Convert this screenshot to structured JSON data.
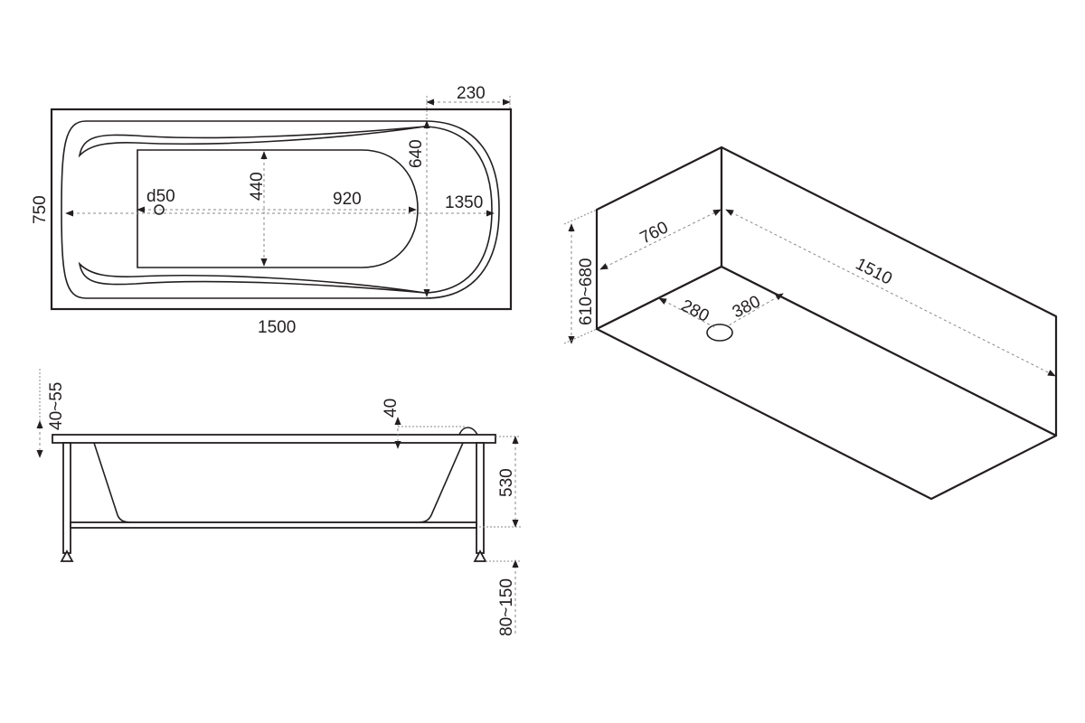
{
  "top_view": {
    "width_label": "750",
    "length_label": "1500",
    "rim_label": "230",
    "inner_depth_label": "640",
    "inner_width_label": "440",
    "inner_length_label": "920",
    "outer_length_label": "1350",
    "drain_label": "d50"
  },
  "side_view": {
    "rim_thickness_label": "40~55",
    "step_label": "40",
    "depth_label": "530",
    "legs_label": "80~150"
  },
  "iso_view": {
    "width_label": "760",
    "length_label": "1510",
    "height_label": "610~680",
    "drain_x_label": "280",
    "drain_y_label": "380"
  }
}
